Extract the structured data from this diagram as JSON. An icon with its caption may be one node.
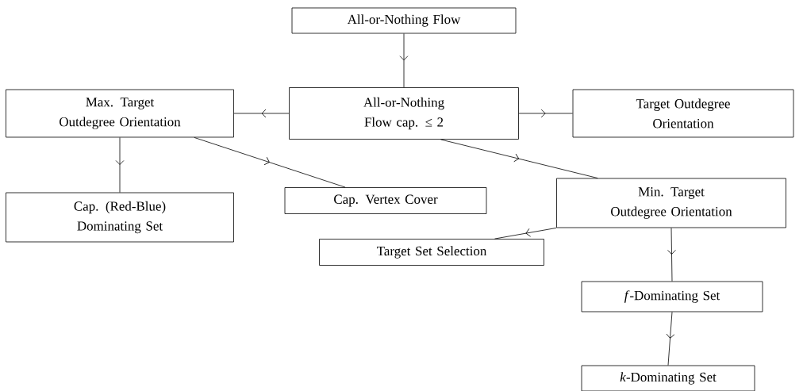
{
  "diagram": {
    "nodes": [
      {
        "text": [
          "All-or-Nothing Flow"
        ]
      },
      {
        "text": [
          "All-or-Nothing Flow cap. ≤ 2"
        ]
      },
      {
        "text": [
          "Max. Target Outdegree Orientation"
        ]
      },
      {
        "text": [
          "Target Outdegree Orientation"
        ]
      },
      {
        "text": [
          "Cap. (Red-Blue) Dominating Set"
        ]
      },
      {
        "text": [
          "Cap. Vertex Cover"
        ]
      },
      {
        "text": [
          "Min. Target Outdegree Orientation"
        ]
      },
      {
        "text": [
          "Target Set Selection"
        ]
      },
      {
        "text": [
          "*f*-Dominating Set"
        ]
      },
      {
        "text": [
          "*k*-Dominating Set"
        ]
      }
    ],
    "edges": [
      {
        "from": 0,
        "to": 1,
        "arrow": "to"
      },
      {
        "from": 1,
        "to": 2,
        "arrow": "to"
      },
      {
        "from": 1,
        "to": 3,
        "arrow": "to"
      },
      {
        "from": 2,
        "to": 4,
        "arrow": "to"
      },
      {
        "from": 2,
        "to": 5,
        "arrow": "to"
      },
      {
        "from": 1,
        "to": 6,
        "arrow": "to"
      },
      {
        "from": 6,
        "to": 7,
        "arrow": "to"
      },
      {
        "from": 6,
        "to": 8,
        "arrow": "to"
      },
      {
        "from": 8,
        "to": 9,
        "arrow": "to"
      }
    ]
  }
}
